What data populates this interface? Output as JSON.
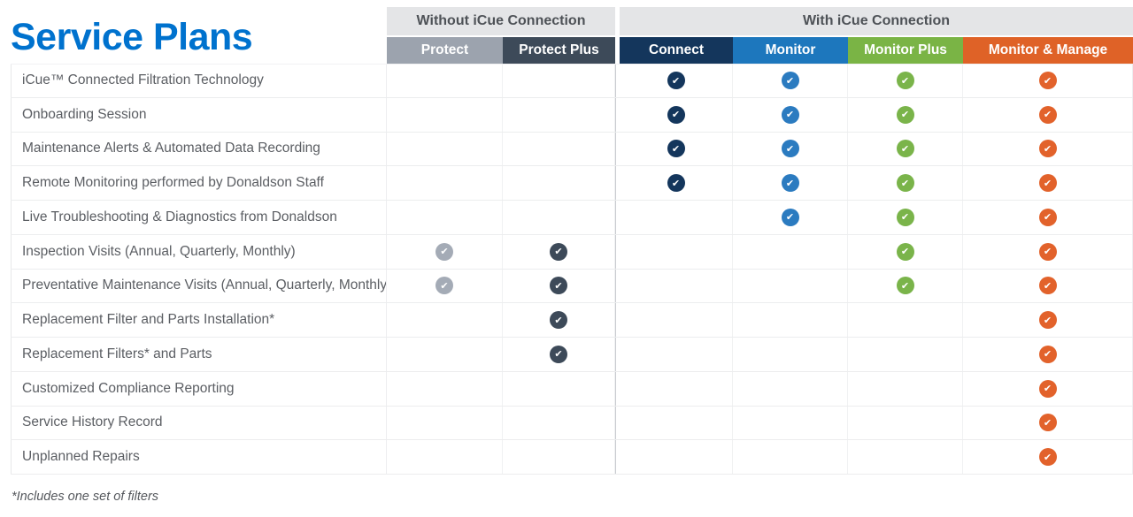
{
  "page": {
    "title": "Service Plans",
    "footnote": "*Includes one set of filters"
  },
  "colors": {
    "title_blue": "#0072CE",
    "group_header_bg": "#E4E5E7",
    "group_header_text": "#4E5257",
    "row_text": "#5B5E63"
  },
  "icons": {
    "check": "✔"
  },
  "table": {
    "groups": [
      {
        "label": "Without iCue Connection",
        "plan_count": 2
      },
      {
        "label": "With iCue Connection",
        "plan_count": 4
      }
    ],
    "plans": [
      {
        "id": "protect",
        "label": "Protect",
        "header_color": "#9CA3AE",
        "check_color": "#A4ABB6"
      },
      {
        "id": "protect-plus",
        "label": "Protect Plus",
        "header_color": "#3D4A59",
        "check_color": "#3D4A59"
      },
      {
        "id": "connect",
        "label": "Connect",
        "header_color": "#14365C",
        "check_color": "#14365C"
      },
      {
        "id": "monitor",
        "label": "Monitor",
        "header_color": "#1D77BD",
        "check_color": "#2B7BC0"
      },
      {
        "id": "monitor-plus",
        "label": "Monitor Plus",
        "header_color": "#7AB445",
        "check_color": "#7AB44A"
      },
      {
        "id": "monitor-manage",
        "label": "Monitor & Manage",
        "header_color": "#DF6227",
        "check_color": "#E2622B"
      }
    ],
    "rows": [
      {
        "feature": "iCue™ Connected Filtration Technology",
        "checks": [
          false,
          false,
          true,
          true,
          true,
          true
        ]
      },
      {
        "feature": "Onboarding Session",
        "checks": [
          false,
          false,
          true,
          true,
          true,
          true
        ]
      },
      {
        "feature": "Maintenance Alerts & Automated Data Recording",
        "checks": [
          false,
          false,
          true,
          true,
          true,
          true
        ]
      },
      {
        "feature": "Remote Monitoring performed by Donaldson Staff",
        "checks": [
          false,
          false,
          true,
          true,
          true,
          true
        ]
      },
      {
        "feature": "Live Troubleshooting & Diagnostics from Donaldson",
        "checks": [
          false,
          false,
          false,
          true,
          true,
          true
        ]
      },
      {
        "feature": "Inspection Visits (Annual, Quarterly, Monthly)",
        "checks": [
          true,
          true,
          false,
          false,
          true,
          true
        ]
      },
      {
        "feature": "Preventative Maintenance Visits (Annual, Quarterly, Monthly)",
        "checks": [
          true,
          true,
          false,
          false,
          true,
          true
        ]
      },
      {
        "feature": "Replacement Filter and Parts Installation*",
        "checks": [
          false,
          true,
          false,
          false,
          false,
          true
        ]
      },
      {
        "feature": "Replacement Filters* and Parts",
        "checks": [
          false,
          true,
          false,
          false,
          false,
          true
        ]
      },
      {
        "feature": "Customized Compliance Reporting",
        "checks": [
          false,
          false,
          false,
          false,
          false,
          true
        ]
      },
      {
        "feature": "Service History Record",
        "checks": [
          false,
          false,
          false,
          false,
          false,
          true
        ]
      },
      {
        "feature": "Unplanned Repairs",
        "checks": [
          false,
          false,
          false,
          false,
          false,
          true
        ]
      }
    ]
  }
}
